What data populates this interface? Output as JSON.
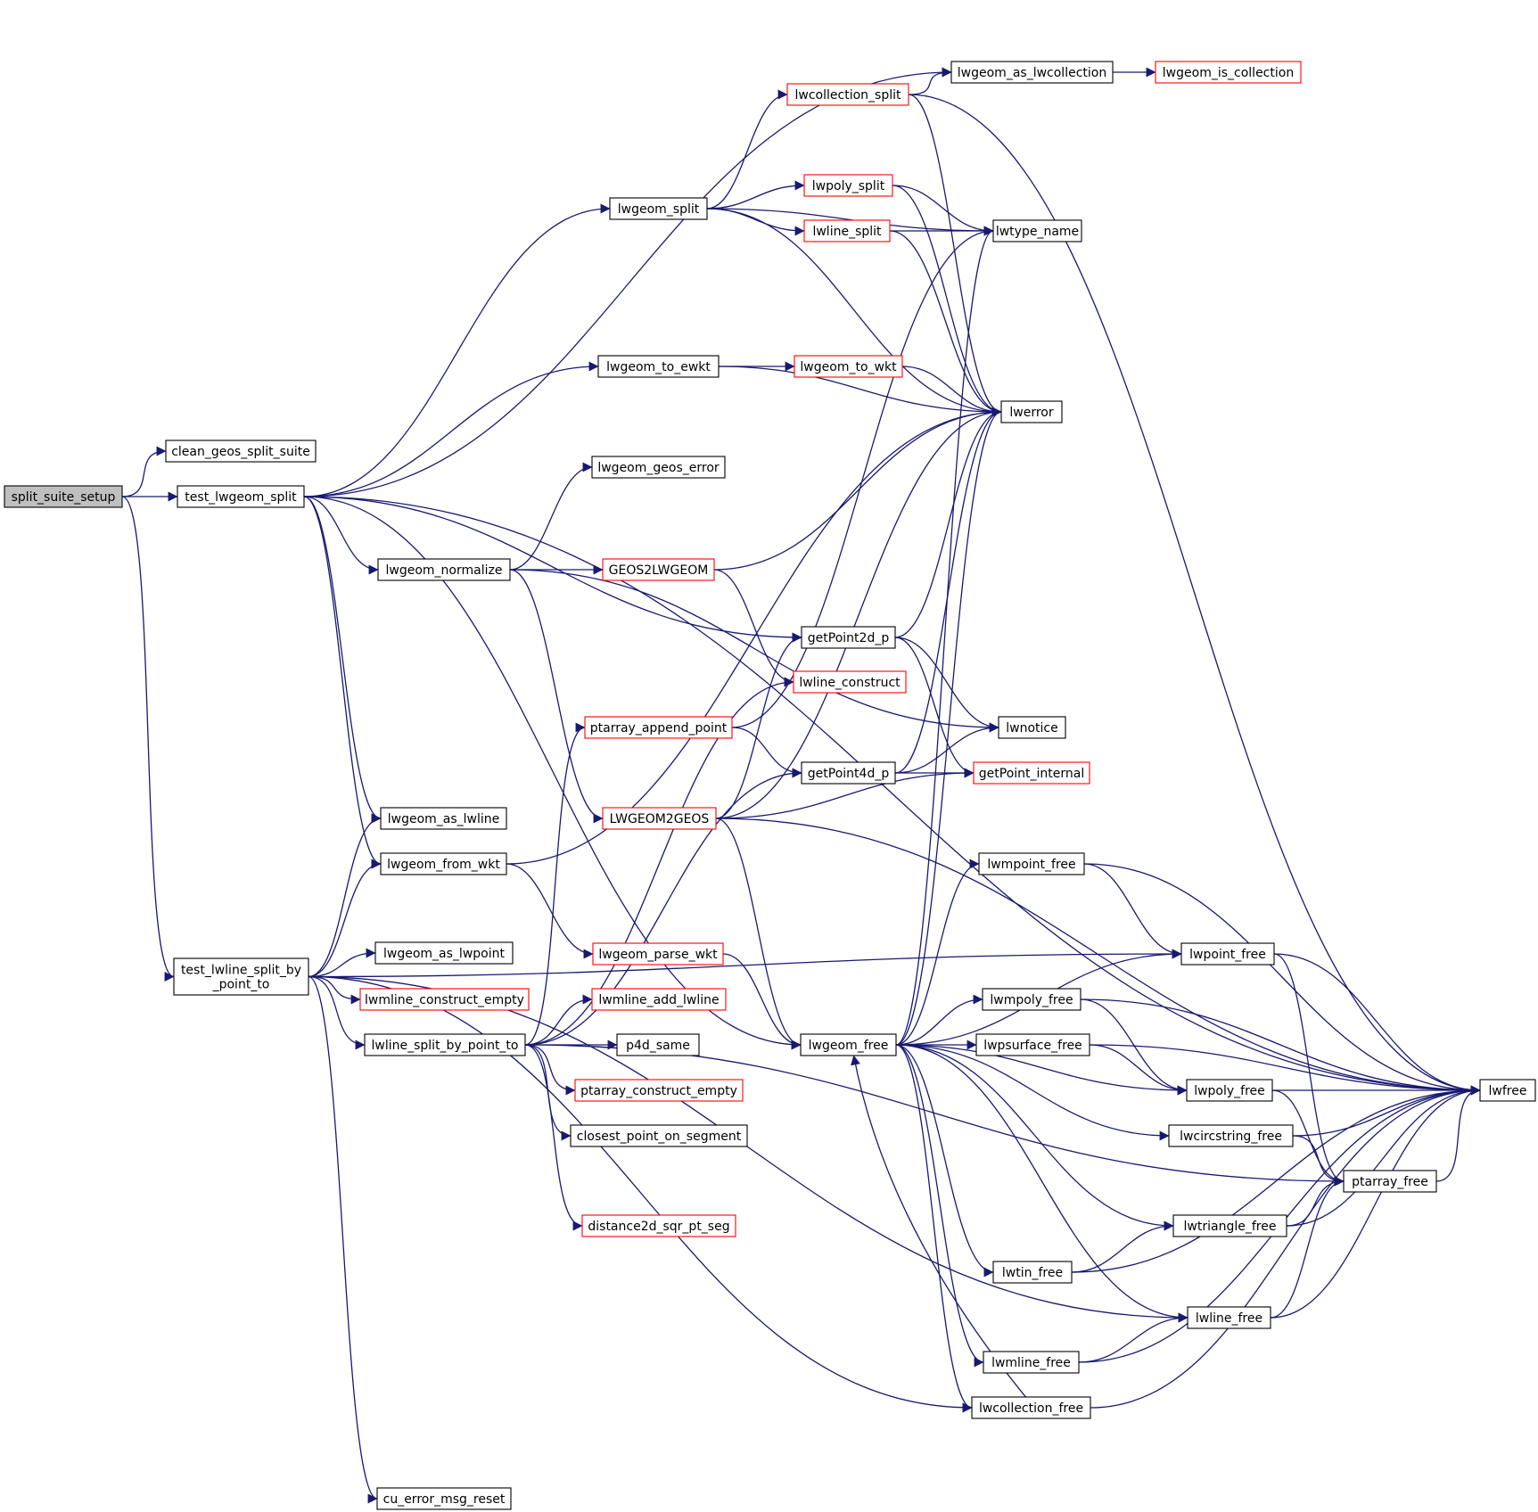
{
  "nodes": [
    {
      "id": "split_suite_setup",
      "lines": [
        "split_suite_setup"
      ],
      "kind": "root"
    },
    {
      "id": "clean_geos_split_suite",
      "lines": [
        "clean_geos_split_suite"
      ],
      "kind": "normal"
    },
    {
      "id": "test_lwgeom_split",
      "lines": [
        "test_lwgeom_split"
      ],
      "kind": "normal"
    },
    {
      "id": "test_lwline_split_by_point_to",
      "lines": [
        "test_lwline_split_by",
        "_point_to"
      ],
      "kind": "normal"
    },
    {
      "id": "lwgeom_as_lwcollection",
      "lines": [
        "lwgeom_as_lwcollection"
      ],
      "kind": "normal"
    },
    {
      "id": "lwgeom_is_collection",
      "lines": [
        "lwgeom_is_collection"
      ],
      "kind": "truncated"
    },
    {
      "id": "lwcollection_split",
      "lines": [
        "lwcollection_split"
      ],
      "kind": "truncated"
    },
    {
      "id": "lwgeom_split",
      "lines": [
        "lwgeom_split"
      ],
      "kind": "normal"
    },
    {
      "id": "lwpoly_split",
      "lines": [
        "lwpoly_split"
      ],
      "kind": "truncated"
    },
    {
      "id": "lwline_split",
      "lines": [
        "lwline_split"
      ],
      "kind": "truncated"
    },
    {
      "id": "lwtype_name",
      "lines": [
        "lwtype_name"
      ],
      "kind": "normal"
    },
    {
      "id": "lwgeom_to_ewkt",
      "lines": [
        "lwgeom_to_ewkt"
      ],
      "kind": "normal"
    },
    {
      "id": "lwgeom_to_wkt",
      "lines": [
        "lwgeom_to_wkt"
      ],
      "kind": "truncated"
    },
    {
      "id": "lwerror",
      "lines": [
        "lwerror"
      ],
      "kind": "normal"
    },
    {
      "id": "lwgeom_geos_error",
      "lines": [
        "lwgeom_geos_error"
      ],
      "kind": "normal"
    },
    {
      "id": "lwgeom_normalize",
      "lines": [
        "lwgeom_normalize"
      ],
      "kind": "normal"
    },
    {
      "id": "GEOS2LWGEOM",
      "lines": [
        "GEOS2LWGEOM"
      ],
      "kind": "truncated"
    },
    {
      "id": "getPoint2d_p",
      "lines": [
        "getPoint2d_p"
      ],
      "kind": "normal"
    },
    {
      "id": "lwline_construct",
      "lines": [
        "lwline_construct"
      ],
      "kind": "truncated"
    },
    {
      "id": "ptarray_append_point",
      "lines": [
        "ptarray_append_point"
      ],
      "kind": "truncated"
    },
    {
      "id": "lwnotice",
      "lines": [
        "lwnotice"
      ],
      "kind": "normal"
    },
    {
      "id": "getPoint4d_p",
      "lines": [
        "getPoint4d_p"
      ],
      "kind": "normal"
    },
    {
      "id": "getPoint_internal",
      "lines": [
        "getPoint_internal"
      ],
      "kind": "truncated"
    },
    {
      "id": "LWGEOM2GEOS",
      "lines": [
        "LWGEOM2GEOS"
      ],
      "kind": "truncated"
    },
    {
      "id": "lwgeom_as_lwline",
      "lines": [
        "lwgeom_as_lwline"
      ],
      "kind": "normal"
    },
    {
      "id": "lwgeom_from_wkt",
      "lines": [
        "lwgeom_from_wkt"
      ],
      "kind": "normal"
    },
    {
      "id": "lwmpoint_free",
      "lines": [
        "lwmpoint_free"
      ],
      "kind": "normal"
    },
    {
      "id": "lwgeom_as_lwpoint",
      "lines": [
        "lwgeom_as_lwpoint"
      ],
      "kind": "normal"
    },
    {
      "id": "lwgeom_parse_wkt",
      "lines": [
        "lwgeom_parse_wkt"
      ],
      "kind": "truncated"
    },
    {
      "id": "lwpoint_free",
      "lines": [
        "lwpoint_free"
      ],
      "kind": "normal"
    },
    {
      "id": "lwmline_construct_empty",
      "lines": [
        "lwmline_construct_empty"
      ],
      "kind": "truncated"
    },
    {
      "id": "lwmline_add_lwline",
      "lines": [
        "lwmline_add_lwline"
      ],
      "kind": "truncated"
    },
    {
      "id": "lwmpoly_free",
      "lines": [
        "lwmpoly_free"
      ],
      "kind": "normal"
    },
    {
      "id": "lwline_split_by_point_to",
      "lines": [
        "lwline_split_by_point_to"
      ],
      "kind": "normal"
    },
    {
      "id": "p4d_same",
      "lines": [
        "p4d_same"
      ],
      "kind": "normal"
    },
    {
      "id": "lwgeom_free",
      "lines": [
        "lwgeom_free"
      ],
      "kind": "normal"
    },
    {
      "id": "lwpsurface_free",
      "lines": [
        "lwpsurface_free"
      ],
      "kind": "normal"
    },
    {
      "id": "ptarray_construct_empty",
      "lines": [
        "ptarray_construct_empty"
      ],
      "kind": "truncated"
    },
    {
      "id": "lwpoly_free",
      "lines": [
        "lwpoly_free"
      ],
      "kind": "normal"
    },
    {
      "id": "lwfree",
      "lines": [
        "lwfree"
      ],
      "kind": "normal"
    },
    {
      "id": "closest_point_on_segment",
      "lines": [
        "closest_point_on_segment"
      ],
      "kind": "normal"
    },
    {
      "id": "lwcircstring_free",
      "lines": [
        "lwcircstring_free"
      ],
      "kind": "normal"
    },
    {
      "id": "ptarray_free",
      "lines": [
        "ptarray_free"
      ],
      "kind": "normal"
    },
    {
      "id": "distance2d_sqr_pt_seg",
      "lines": [
        "distance2d_sqr_pt_seg"
      ],
      "kind": "truncated"
    },
    {
      "id": "lwtriangle_free",
      "lines": [
        "lwtriangle_free"
      ],
      "kind": "normal"
    },
    {
      "id": "lwtin_free",
      "lines": [
        "lwtin_free"
      ],
      "kind": "normal"
    },
    {
      "id": "lwline_free",
      "lines": [
        "lwline_free"
      ],
      "kind": "normal"
    },
    {
      "id": "lwmline_free",
      "lines": [
        "lwmline_free"
      ],
      "kind": "normal"
    },
    {
      "id": "lwcollection_free",
      "lines": [
        "lwcollection_free"
      ],
      "kind": "normal"
    },
    {
      "id": "cu_error_msg_reset",
      "lines": [
        "cu_error_msg_reset"
      ],
      "kind": "normal"
    }
  ],
  "edges": [
    [
      "split_suite_setup",
      "clean_geos_split_suite"
    ],
    [
      "split_suite_setup",
      "test_lwgeom_split"
    ],
    [
      "split_suite_setup",
      "test_lwline_split_by_point_to"
    ],
    [
      "test_lwgeom_split",
      "lwgeom_as_lwcollection"
    ],
    [
      "test_lwgeom_split",
      "lwgeom_split"
    ],
    [
      "test_lwgeom_split",
      "lwgeom_to_ewkt"
    ],
    [
      "test_lwgeom_split",
      "lwfree"
    ],
    [
      "test_lwgeom_split",
      "getPoint2d_p"
    ],
    [
      "test_lwgeom_split",
      "lwgeom_normalize"
    ],
    [
      "test_lwgeom_split",
      "lwgeom_as_lwline"
    ],
    [
      "test_lwgeom_split",
      "lwgeom_from_wkt"
    ],
    [
      "test_lwgeom_split",
      "lwgeom_free"
    ],
    [
      "lwgeom_as_lwcollection",
      "lwgeom_is_collection"
    ],
    [
      "lwcollection_split",
      "lwgeom_as_lwcollection"
    ],
    [
      "lwcollection_split",
      "lwerror"
    ],
    [
      "lwcollection_split",
      "lwfree"
    ],
    [
      "lwgeom_split",
      "lwcollection_split"
    ],
    [
      "lwgeom_split",
      "lwtype_name"
    ],
    [
      "lwgeom_split",
      "lwpoly_split"
    ],
    [
      "lwgeom_split",
      "lwline_split"
    ],
    [
      "lwgeom_split",
      "lwerror"
    ],
    [
      "lwpoly_split",
      "lwtype_name"
    ],
    [
      "lwpoly_split",
      "lwerror"
    ],
    [
      "lwline_split",
      "lwtype_name"
    ],
    [
      "lwline_split",
      "lwerror"
    ],
    [
      "lwgeom_to_ewkt",
      "lwgeom_to_wkt"
    ],
    [
      "lwgeom_to_ewkt",
      "lwerror"
    ],
    [
      "lwgeom_to_wkt",
      "lwerror"
    ],
    [
      "lwgeom_normalize",
      "lwgeom_geos_error"
    ],
    [
      "lwgeom_normalize",
      "GEOS2LWGEOM"
    ],
    [
      "lwgeom_normalize",
      "LWGEOM2GEOS"
    ],
    [
      "lwgeom_normalize",
      "lwnotice"
    ],
    [
      "GEOS2LWGEOM",
      "lwerror"
    ],
    [
      "GEOS2LWGEOM",
      "lwline_construct"
    ],
    [
      "getPoint2d_p",
      "lwerror"
    ],
    [
      "getPoint2d_p",
      "lwnotice"
    ],
    [
      "getPoint2d_p",
      "getPoint_internal"
    ],
    [
      "ptarray_append_point",
      "lwtype_name"
    ],
    [
      "ptarray_append_point",
      "getPoint4d_p"
    ],
    [
      "getPoint4d_p",
      "lwerror"
    ],
    [
      "getPoint4d_p",
      "lwnotice"
    ],
    [
      "getPoint4d_p",
      "getPoint_internal"
    ],
    [
      "LWGEOM2GEOS",
      "lwerror"
    ],
    [
      "LWGEOM2GEOS",
      "getPoint2d_p"
    ],
    [
      "LWGEOM2GEOS",
      "getPoint_internal"
    ],
    [
      "LWGEOM2GEOS",
      "lwfree"
    ],
    [
      "LWGEOM2GEOS",
      "lwgeom_free"
    ],
    [
      "lwgeom_from_wkt",
      "lwgeom_parse_wkt"
    ],
    [
      "lwgeom_from_wkt",
      "lwerror"
    ],
    [
      "lwgeom_parse_wkt",
      "lwgeom_free"
    ],
    [
      "test_lwline_split_by_point_to",
      "lwgeom_as_lwline"
    ],
    [
      "test_lwline_split_by_point_to",
      "lwgeom_from_wkt"
    ],
    [
      "test_lwline_split_by_point_to",
      "lwpoint_free"
    ],
    [
      "test_lwline_split_by_point_to",
      "lwgeom_as_lwpoint"
    ],
    [
      "test_lwline_split_by_point_to",
      "lwmline_construct_empty"
    ],
    [
      "test_lwline_split_by_point_to",
      "lwline_split_by_point_to"
    ],
    [
      "test_lwline_split_by_point_to",
      "lwcollection_free"
    ],
    [
      "test_lwline_split_by_point_to",
      "lwline_free"
    ],
    [
      "test_lwline_split_by_point_to",
      "cu_error_msg_reset"
    ],
    [
      "lwline_split_by_point_to",
      "lwline_construct"
    ],
    [
      "lwline_split_by_point_to",
      "ptarray_append_point"
    ],
    [
      "lwline_split_by_point_to",
      "getPoint4d_p"
    ],
    [
      "lwline_split_by_point_to",
      "lwmline_add_lwline"
    ],
    [
      "lwline_split_by_point_to",
      "p4d_same"
    ],
    [
      "lwline_split_by_point_to",
      "ptarray_construct_empty"
    ],
    [
      "lwline_split_by_point_to",
      "closest_point_on_segment"
    ],
    [
      "lwline_split_by_point_to",
      "distance2d_sqr_pt_seg"
    ],
    [
      "lwline_split_by_point_to",
      "ptarray_free"
    ],
    [
      "lwgeom_free",
      "lwtype_name"
    ],
    [
      "lwgeom_free",
      "lwerror"
    ],
    [
      "lwgeom_free",
      "lwmpoint_free"
    ],
    [
      "lwgeom_free",
      "lwpoint_free"
    ],
    [
      "lwgeom_free",
      "lwmpoly_free"
    ],
    [
      "lwgeom_free",
      "lwpsurface_free"
    ],
    [
      "lwgeom_free",
      "lwpoly_free"
    ],
    [
      "lwgeom_free",
      "lwcircstring_free"
    ],
    [
      "lwgeom_free",
      "lwtriangle_free"
    ],
    [
      "lwgeom_free",
      "lwtin_free"
    ],
    [
      "lwgeom_free",
      "lwline_free"
    ],
    [
      "lwgeom_free",
      "lwmline_free"
    ],
    [
      "lwgeom_free",
      "lwcollection_free"
    ],
    [
      "lwmpoint_free",
      "lwpoint_free"
    ],
    [
      "lwmpoint_free",
      "lwfree"
    ],
    [
      "lwpoint_free",
      "ptarray_free"
    ],
    [
      "lwpoint_free",
      "lwfree"
    ],
    [
      "lwmpoly_free",
      "lwpoly_free"
    ],
    [
      "lwmpoly_free",
      "lwfree"
    ],
    [
      "lwpsurface_free",
      "lwpoly_free"
    ],
    [
      "lwpsurface_free",
      "lwfree"
    ],
    [
      "lwpoly_free",
      "ptarray_free"
    ],
    [
      "lwpoly_free",
      "lwfree"
    ],
    [
      "lwcircstring_free",
      "ptarray_free"
    ],
    [
      "lwcircstring_free",
      "lwfree"
    ],
    [
      "ptarray_free",
      "lwfree"
    ],
    [
      "lwtriangle_free",
      "ptarray_free"
    ],
    [
      "lwtriangle_free",
      "lwfree"
    ],
    [
      "lwtin_free",
      "lwtriangle_free"
    ],
    [
      "lwtin_free",
      "lwfree"
    ],
    [
      "lwline_free",
      "ptarray_free"
    ],
    [
      "lwline_free",
      "lwfree"
    ],
    [
      "lwmline_free",
      "lwline_free"
    ],
    [
      "lwmline_free",
      "lwfree"
    ],
    [
      "lwcollection_free",
      "lwgeom_free"
    ],
    [
      "lwcollection_free",
      "lwfree"
    ]
  ],
  "colors": {
    "edge": "#191970",
    "node_border": "#000000",
    "truncated_border": "#ff0000",
    "root_fill": "#bfbfbf",
    "node_fill": "#ffffff",
    "text": "#000000"
  }
}
